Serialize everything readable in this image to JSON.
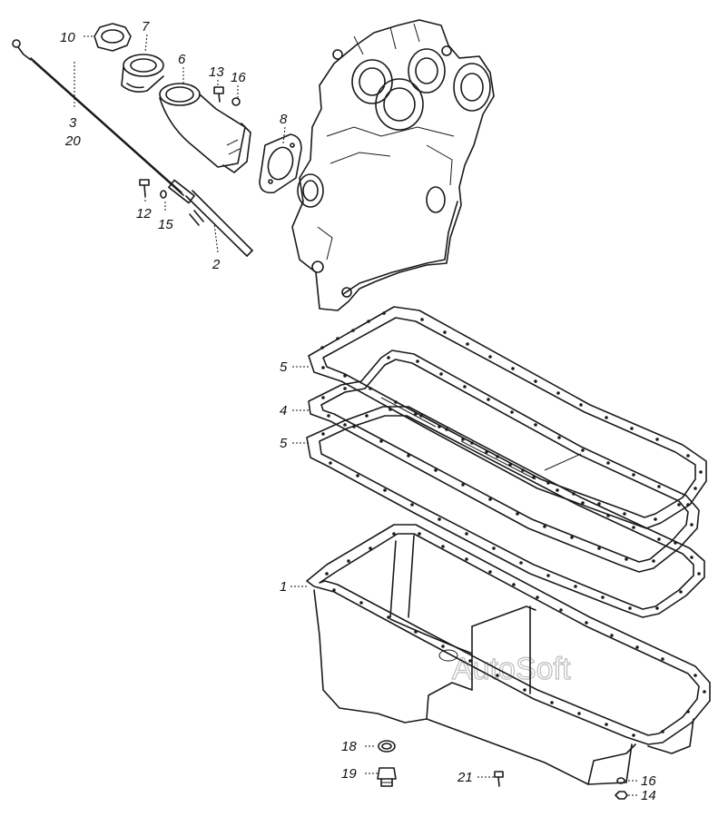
{
  "watermark": "AutoSoft",
  "callouts": [
    {
      "id": "c10",
      "text": "10"
    },
    {
      "id": "c7",
      "text": "7"
    },
    {
      "id": "c6",
      "text": "6"
    },
    {
      "id": "c13",
      "text": "13"
    },
    {
      "id": "c16a",
      "text": "16"
    },
    {
      "id": "c8",
      "text": "8"
    },
    {
      "id": "c3",
      "text": "3"
    },
    {
      "id": "c20",
      "text": "20"
    },
    {
      "id": "c12",
      "text": "12"
    },
    {
      "id": "c15",
      "text": "15"
    },
    {
      "id": "c2",
      "text": "2"
    },
    {
      "id": "c5a",
      "text": "5"
    },
    {
      "id": "c4",
      "text": "4"
    },
    {
      "id": "c5b",
      "text": "5"
    },
    {
      "id": "c1",
      "text": "1"
    },
    {
      "id": "c18",
      "text": "18"
    },
    {
      "id": "c19",
      "text": "19"
    },
    {
      "id": "c21",
      "text": "21"
    },
    {
      "id": "c16b",
      "text": "16"
    },
    {
      "id": "c14",
      "text": "14"
    }
  ]
}
